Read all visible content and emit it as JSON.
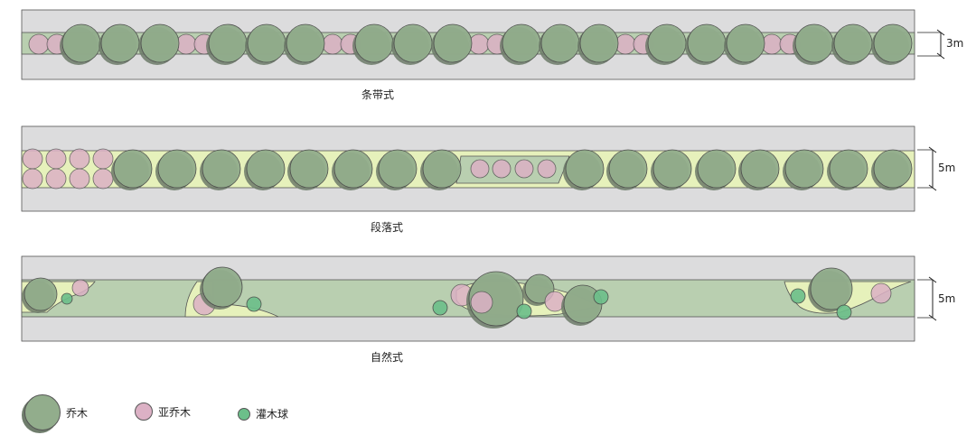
{
  "colors": {
    "road": "#dcdcdd",
    "road_stroke": "#555555",
    "green_band": "#b9cfb0",
    "planting_bed": "#e6f1bb",
    "tree_fill": "#92ad8c",
    "tree_shadow": "#6c7a68",
    "subtree_fill": "#dcb1c5",
    "shrub_fill": "#6cbf8a"
  },
  "panels": [
    {
      "caption": "条带式",
      "width_label": "3m"
    },
    {
      "caption": "段落式",
      "width_label": "5m"
    },
    {
      "caption": "自然式",
      "width_label": "5m"
    }
  ],
  "legend": [
    {
      "label": "乔木",
      "icon": "tree-circle-icon"
    },
    {
      "label": "亚乔木",
      "icon": "subtree-circle-icon"
    },
    {
      "label": "灌木球",
      "icon": "shrub-circle-icon"
    }
  ]
}
